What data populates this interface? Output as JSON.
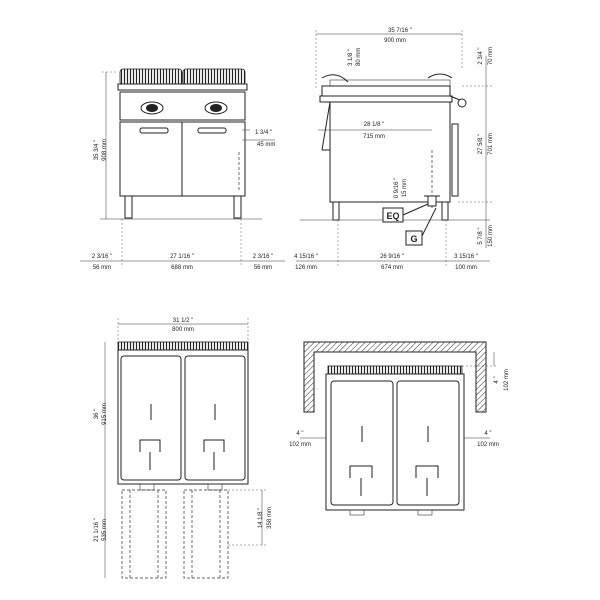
{
  "front_view": {
    "width_total": {
      "imperial": "27 1/16 \"",
      "metric": "688 mm"
    },
    "left_margin": {
      "imperial": "2 3/16 \"",
      "metric": "56 mm"
    },
    "right_margin": {
      "imperial": "2 3/16 \"",
      "metric": "56 mm"
    },
    "height": {
      "imperial": "35 3/4 \"",
      "metric": "908 mm"
    },
    "connection": {
      "imperial": "1 3/4 \"",
      "metric": "45 mm"
    }
  },
  "side_view": {
    "depth_total": {
      "imperial": "35 7/16 \"",
      "metric": "900 mm"
    },
    "top_offset": {
      "imperial": "3 1/8 \"",
      "metric": "80 mm"
    },
    "top_right": {
      "imperial": "2 3/4 \"",
      "metric": "70 mm"
    },
    "depth_inner": {
      "imperial": "28 1/8 \"",
      "metric": "715 mm"
    },
    "height_body": {
      "imperial": "27 5/8 \"",
      "metric": "701 mm"
    },
    "drain_height": {
      "imperial": "0 9/16 \"",
      "metric": "15 mm"
    },
    "leg_height": {
      "imperial": "5 7/8 \"",
      "metric": "150 mm"
    },
    "bottom_left": {
      "imperial": "4 15/16 \"",
      "metric": "126 mm"
    },
    "bottom_mid": {
      "imperial": "26 9/16 \"",
      "metric": "674 mm"
    },
    "bottom_right": {
      "imperial": "3 15/16 \"",
      "metric": "100 mm"
    },
    "label_eq": "EQ",
    "label_g": "G"
  },
  "top_view": {
    "width": {
      "imperial": "31 1/2 \"",
      "metric": "800 mm"
    },
    "depth": {
      "imperial": "36 \"",
      "metric": "915 mm"
    },
    "basket_total": {
      "imperial": "21 1/16 \"",
      "metric": "535 mm"
    },
    "basket_out": {
      "imperial": "14 1/8 \"",
      "metric": "358 mm"
    }
  },
  "clearance_view": {
    "top": {
      "imperial": "4 \"",
      "metric": "102 mm"
    },
    "left": {
      "imperial": "4 \"",
      "metric": "102 mm"
    },
    "right": {
      "imperial": "4 \"",
      "metric": "102 mm"
    }
  }
}
